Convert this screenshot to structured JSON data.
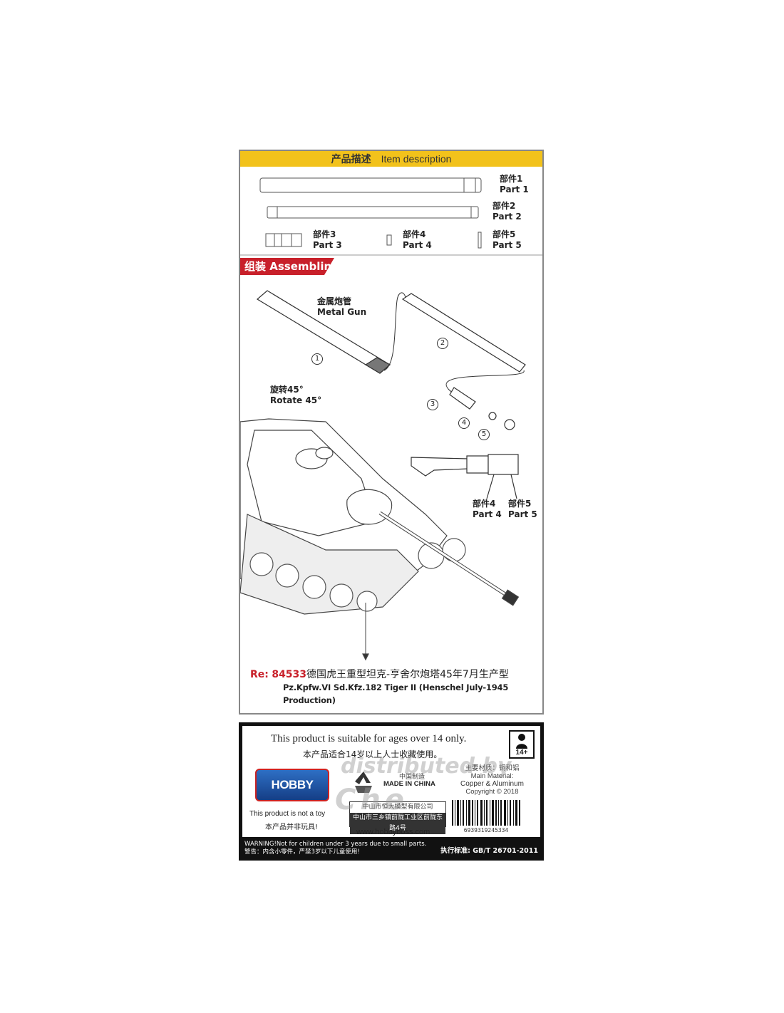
{
  "header": {
    "cn": "产品描述",
    "en": "Item description"
  },
  "parts": [
    {
      "cn": "部件1",
      "en": "Part 1"
    },
    {
      "cn": "部件2",
      "en": "Part 2"
    },
    {
      "cn": "部件3",
      "en": "Part 3"
    },
    {
      "cn": "部件4",
      "en": "Part 4"
    },
    {
      "cn": "部件5",
      "en": "Part 5"
    }
  ],
  "assembly": {
    "title": "组装 Assembling",
    "metal_gun_cn": "金属炮管",
    "metal_gun_en": "Metal Gun",
    "rotate_cn": "旋转45°",
    "rotate_en": "Rotate 45°",
    "callouts": [
      "1",
      "2",
      "3",
      "4",
      "5"
    ],
    "detail_part4_cn": "部件4",
    "detail_part4_en": "Part 4",
    "detail_part5_cn": "部件5",
    "detail_part5_en": "Part 5"
  },
  "reference": {
    "re": "Re:",
    "code": "84533",
    "cn": "德国虎王重型坦克-亨舍尔炮塔45年7月生产型",
    "en": "Pz.Kpfw.VI Sd.Kfz.182 Tiger II (Henschel July-1945 Production)"
  },
  "footer": {
    "age_en": "This product is suitable for ages over 14 only.",
    "age_cn": "本产品适合14岁以上人士收藏使用。",
    "age_badge": "14+",
    "logo": "HOBBY BOSS",
    "made_cn": "中国制造",
    "made_en": "MADE IN CHINA",
    "material_cn": "主要材质：铜和铝",
    "material_en_1": "Main Material:",
    "material_en_2": "Copper & Aluminum",
    "copyright": "Copyright © 2018",
    "not_toy_en": "This product is not a toy",
    "not_toy_cn": "本产品并非玩具!",
    "company_cn_1": "中山市恒大模型有限公司",
    "company_cn_2": "中山市三乡镇前陇工业区前陇东路4号",
    "website": "www.hobbyboss.com",
    "barcode_digits": "6939319245334",
    "warning_en": "WARNING!Not for children under 3 years due to small parts.",
    "warning_cn": "警告：内含小零件，严禁3岁以下儿童使用!",
    "standard": "执行标准: GB/T 26701-2011"
  },
  "watermark": {
    "line1": "distributed by",
    "line2": "Che"
  }
}
